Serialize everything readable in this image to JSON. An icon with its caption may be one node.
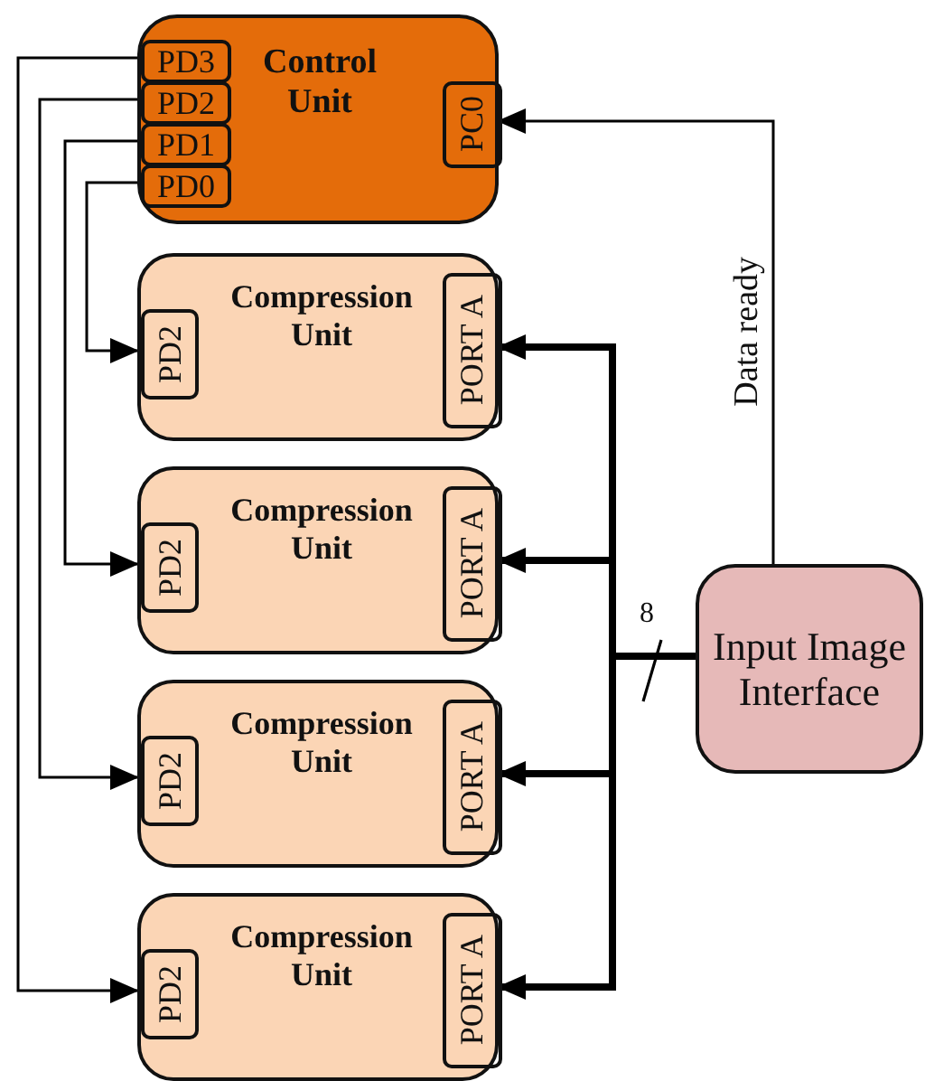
{
  "diagram": {
    "nodes": [
      {
        "text": [
          "Control Unit"
        ]
      },
      {
        "text": [
          "PD3"
        ],
        "in": 0
      },
      {
        "text": [
          "PD2"
        ],
        "in": 0
      },
      {
        "text": [
          "PD1"
        ],
        "in": 0
      },
      {
        "text": [
          "PD0"
        ],
        "in": 0
      },
      {
        "text": [
          "PC0"
        ],
        "in": 0
      },
      {
        "text": [
          "Compression Unit"
        ]
      },
      {
        "text": [
          "PD2"
        ],
        "in": 6
      },
      {
        "text": [
          "PORT A"
        ],
        "in": 6
      },
      {
        "text": [
          "Compression Unit"
        ]
      },
      {
        "text": [
          "PD2"
        ],
        "in": 9
      },
      {
        "text": [
          "PORT A"
        ],
        "in": 9
      },
      {
        "text": [
          "Compression Unit"
        ]
      },
      {
        "text": [
          "PD2"
        ],
        "in": 12
      },
      {
        "text": [
          "PORT A"
        ],
        "in": 12
      },
      {
        "text": [
          "Compression Unit"
        ]
      },
      {
        "text": [
          "PD2"
        ],
        "in": 15
      },
      {
        "text": [
          "PORT A"
        ],
        "in": 15
      },
      {
        "text": [
          "Input Image Interface"
        ]
      }
    ],
    "edges": [
      {
        "from": 1,
        "to": 16,
        "arrow": "to"
      },
      {
        "from": 2,
        "to": 13,
        "arrow": "to"
      },
      {
        "from": 3,
        "to": 10,
        "arrow": "to"
      },
      {
        "from": 4,
        "to": 7,
        "arrow": "to"
      },
      {
        "from": 18,
        "to": 5,
        "arrow": "to",
        "label": "Data ready"
      },
      {
        "from": 18,
        "to": 8,
        "arrow": "to",
        "style": "thick"
      },
      {
        "from": 18,
        "to": 11,
        "arrow": "to",
        "style": "thick"
      },
      {
        "from": 18,
        "to": 14,
        "arrow": "to",
        "style": "thick"
      },
      {
        "from": 18,
        "to": 17,
        "arrow": "to",
        "style": "thick"
      }
    ],
    "labels": [
      "8"
    ]
  }
}
